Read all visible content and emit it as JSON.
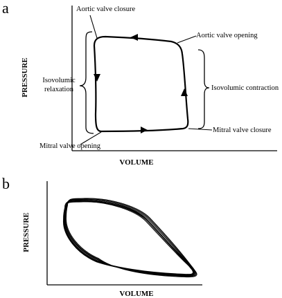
{
  "panel_a": {
    "letter": "a",
    "y_axis_label": "PRESSURE",
    "x_axis_label": "VOLUME",
    "annotations": {
      "aortic_valve_closure": "Aortic valve closure",
      "aortic_valve_opening": "Aortic valve opening",
      "isovolumic_relaxation_line1": "Isovolumic",
      "isovolumic_relaxation_line2": "relaxation",
      "isovolumic_contraction": "Isovolumic contraction",
      "mitral_valve_closure": "Mitral valve closure",
      "mitral_valve_opening": "Mitral valve opening"
    }
  },
  "panel_b": {
    "letter": "b",
    "y_axis_label": "PRESSURE",
    "x_axis_label": "VOLUME"
  },
  "colors": {
    "ink": "#000000",
    "background": "#ffffff"
  }
}
